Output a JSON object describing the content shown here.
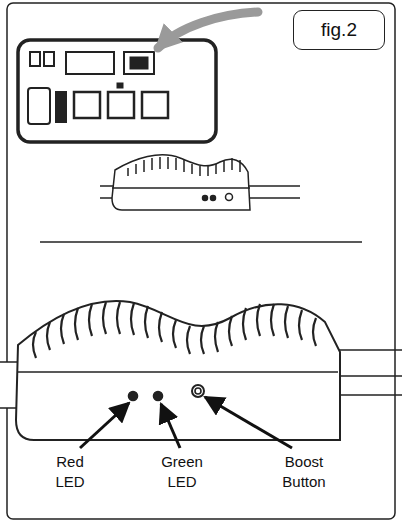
{
  "diagram": {
    "nodes": [
      {
        "text": [
          "fig.2"
        ]
      }
    ],
    "labels": [
      "Red LED",
      "Green LED",
      "Boost Button"
    ]
  }
}
